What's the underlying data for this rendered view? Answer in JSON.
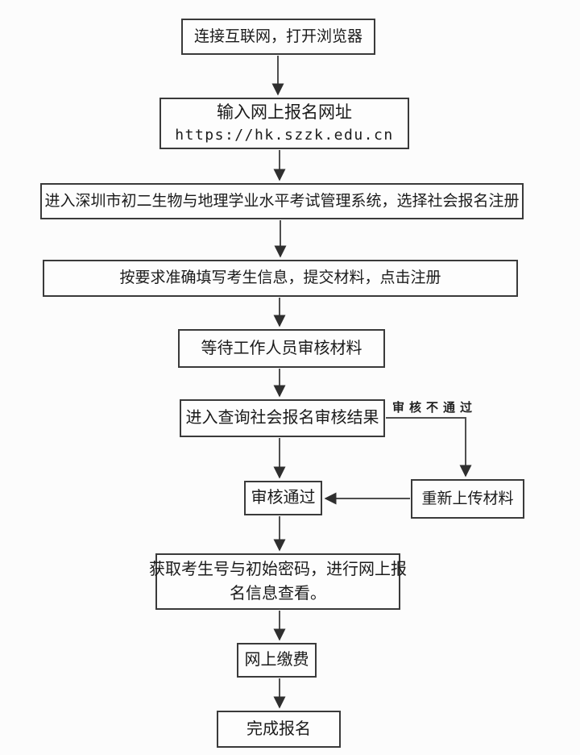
{
  "page": {
    "background": "#fcfcfc"
  },
  "flowchart": {
    "colors": {
      "box_border": "#3a3a3a",
      "box_background": "#fdfdfd",
      "arrow": "#4f4f4f",
      "text": "#1b1b1b"
    },
    "nodes": [
      {
        "id": "connect-internet",
        "text": "连接互联网，打开浏览器"
      },
      {
        "id": "enter-url",
        "line1": "输入网上报名网址",
        "line2": "https://hk.szzk.edu.cn"
      },
      {
        "id": "enter-system",
        "text": "进入深圳市初二生物与地理学业水平考试管理系统，选择社会报名注册"
      },
      {
        "id": "fill-info",
        "text": "按要求准确填写考生信息，提交材料，点击注册"
      },
      {
        "id": "wait-review",
        "text": "等待工作人员审核材料"
      },
      {
        "id": "query-result",
        "text": "进入查询社会报名审核结果"
      },
      {
        "id": "review-passed",
        "text": "审核通过"
      },
      {
        "id": "reupload-materials",
        "text": "重新上传材料"
      },
      {
        "id": "get-examinee-id",
        "line1": "获取考生号与初始密码，进行网上报",
        "line2": "名信息查看。"
      },
      {
        "id": "pay-online",
        "text": "网上缴费"
      },
      {
        "id": "complete-registration",
        "text": "完成报名"
      }
    ],
    "edge_labels": {
      "review_failed": "审核不通过"
    },
    "edges": [
      {
        "from": "connect-internet",
        "to": "enter-url"
      },
      {
        "from": "enter-url",
        "to": "enter-system"
      },
      {
        "from": "enter-system",
        "to": "fill-info"
      },
      {
        "from": "fill-info",
        "to": "wait-review"
      },
      {
        "from": "wait-review",
        "to": "query-result"
      },
      {
        "from": "query-result",
        "to": "review-passed"
      },
      {
        "from": "query-result",
        "to": "reupload-materials",
        "label": "审核不通过"
      },
      {
        "from": "reupload-materials",
        "to": "review-passed"
      },
      {
        "from": "review-passed",
        "to": "get-examinee-id"
      },
      {
        "from": "get-examinee-id",
        "to": "pay-online"
      },
      {
        "from": "pay-online",
        "to": "complete-registration"
      }
    ]
  }
}
